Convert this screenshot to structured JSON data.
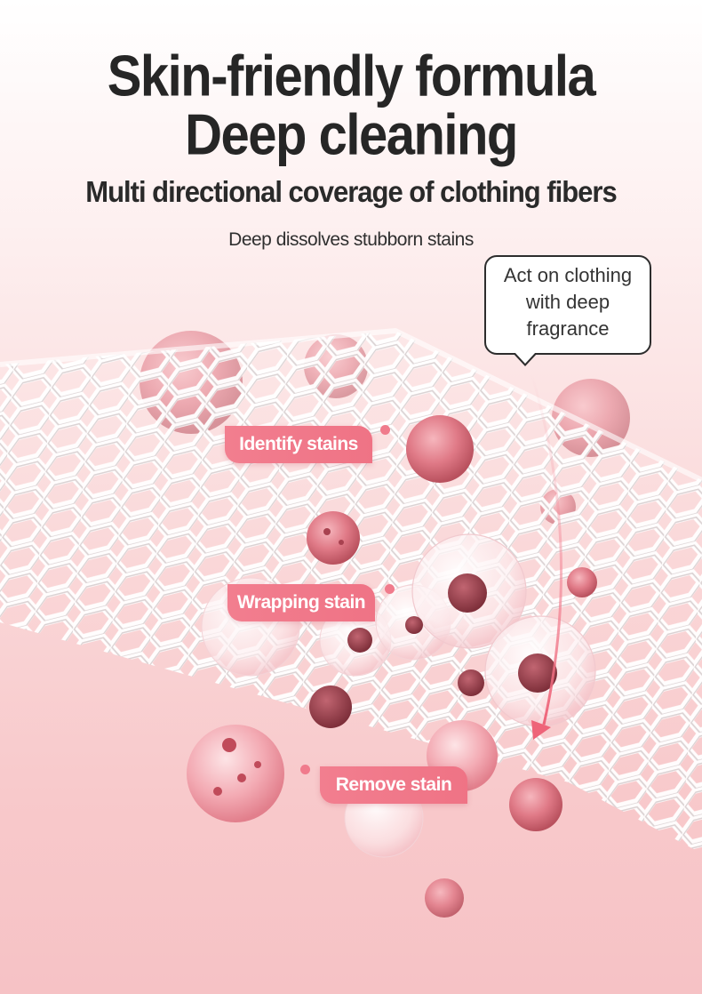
{
  "heading": {
    "line1": "Skin-friendly formula",
    "line2": "Deep cleaning"
  },
  "subheading": "Multi directional coverage of clothing fibers",
  "tagline": "Deep dissolves stubborn stains",
  "callout": {
    "lines": [
      "Act on clothing",
      "with deep",
      "fragrance"
    ]
  },
  "labels": {
    "identify": "Identify stains",
    "wrapping": "Wrapping stain",
    "remove": "Remove stain"
  },
  "colors": {
    "tag_pink": "#f07b8c",
    "stain_red": "#a94b55",
    "mesh_white": "#ffffff",
    "background_pink": "#f8c9cb",
    "text_dark": "#262626"
  },
  "icons": [
    "fiber-mesh-graphic",
    "stain-droplet",
    "cleansing-bubble",
    "fragrance-arrow"
  ]
}
